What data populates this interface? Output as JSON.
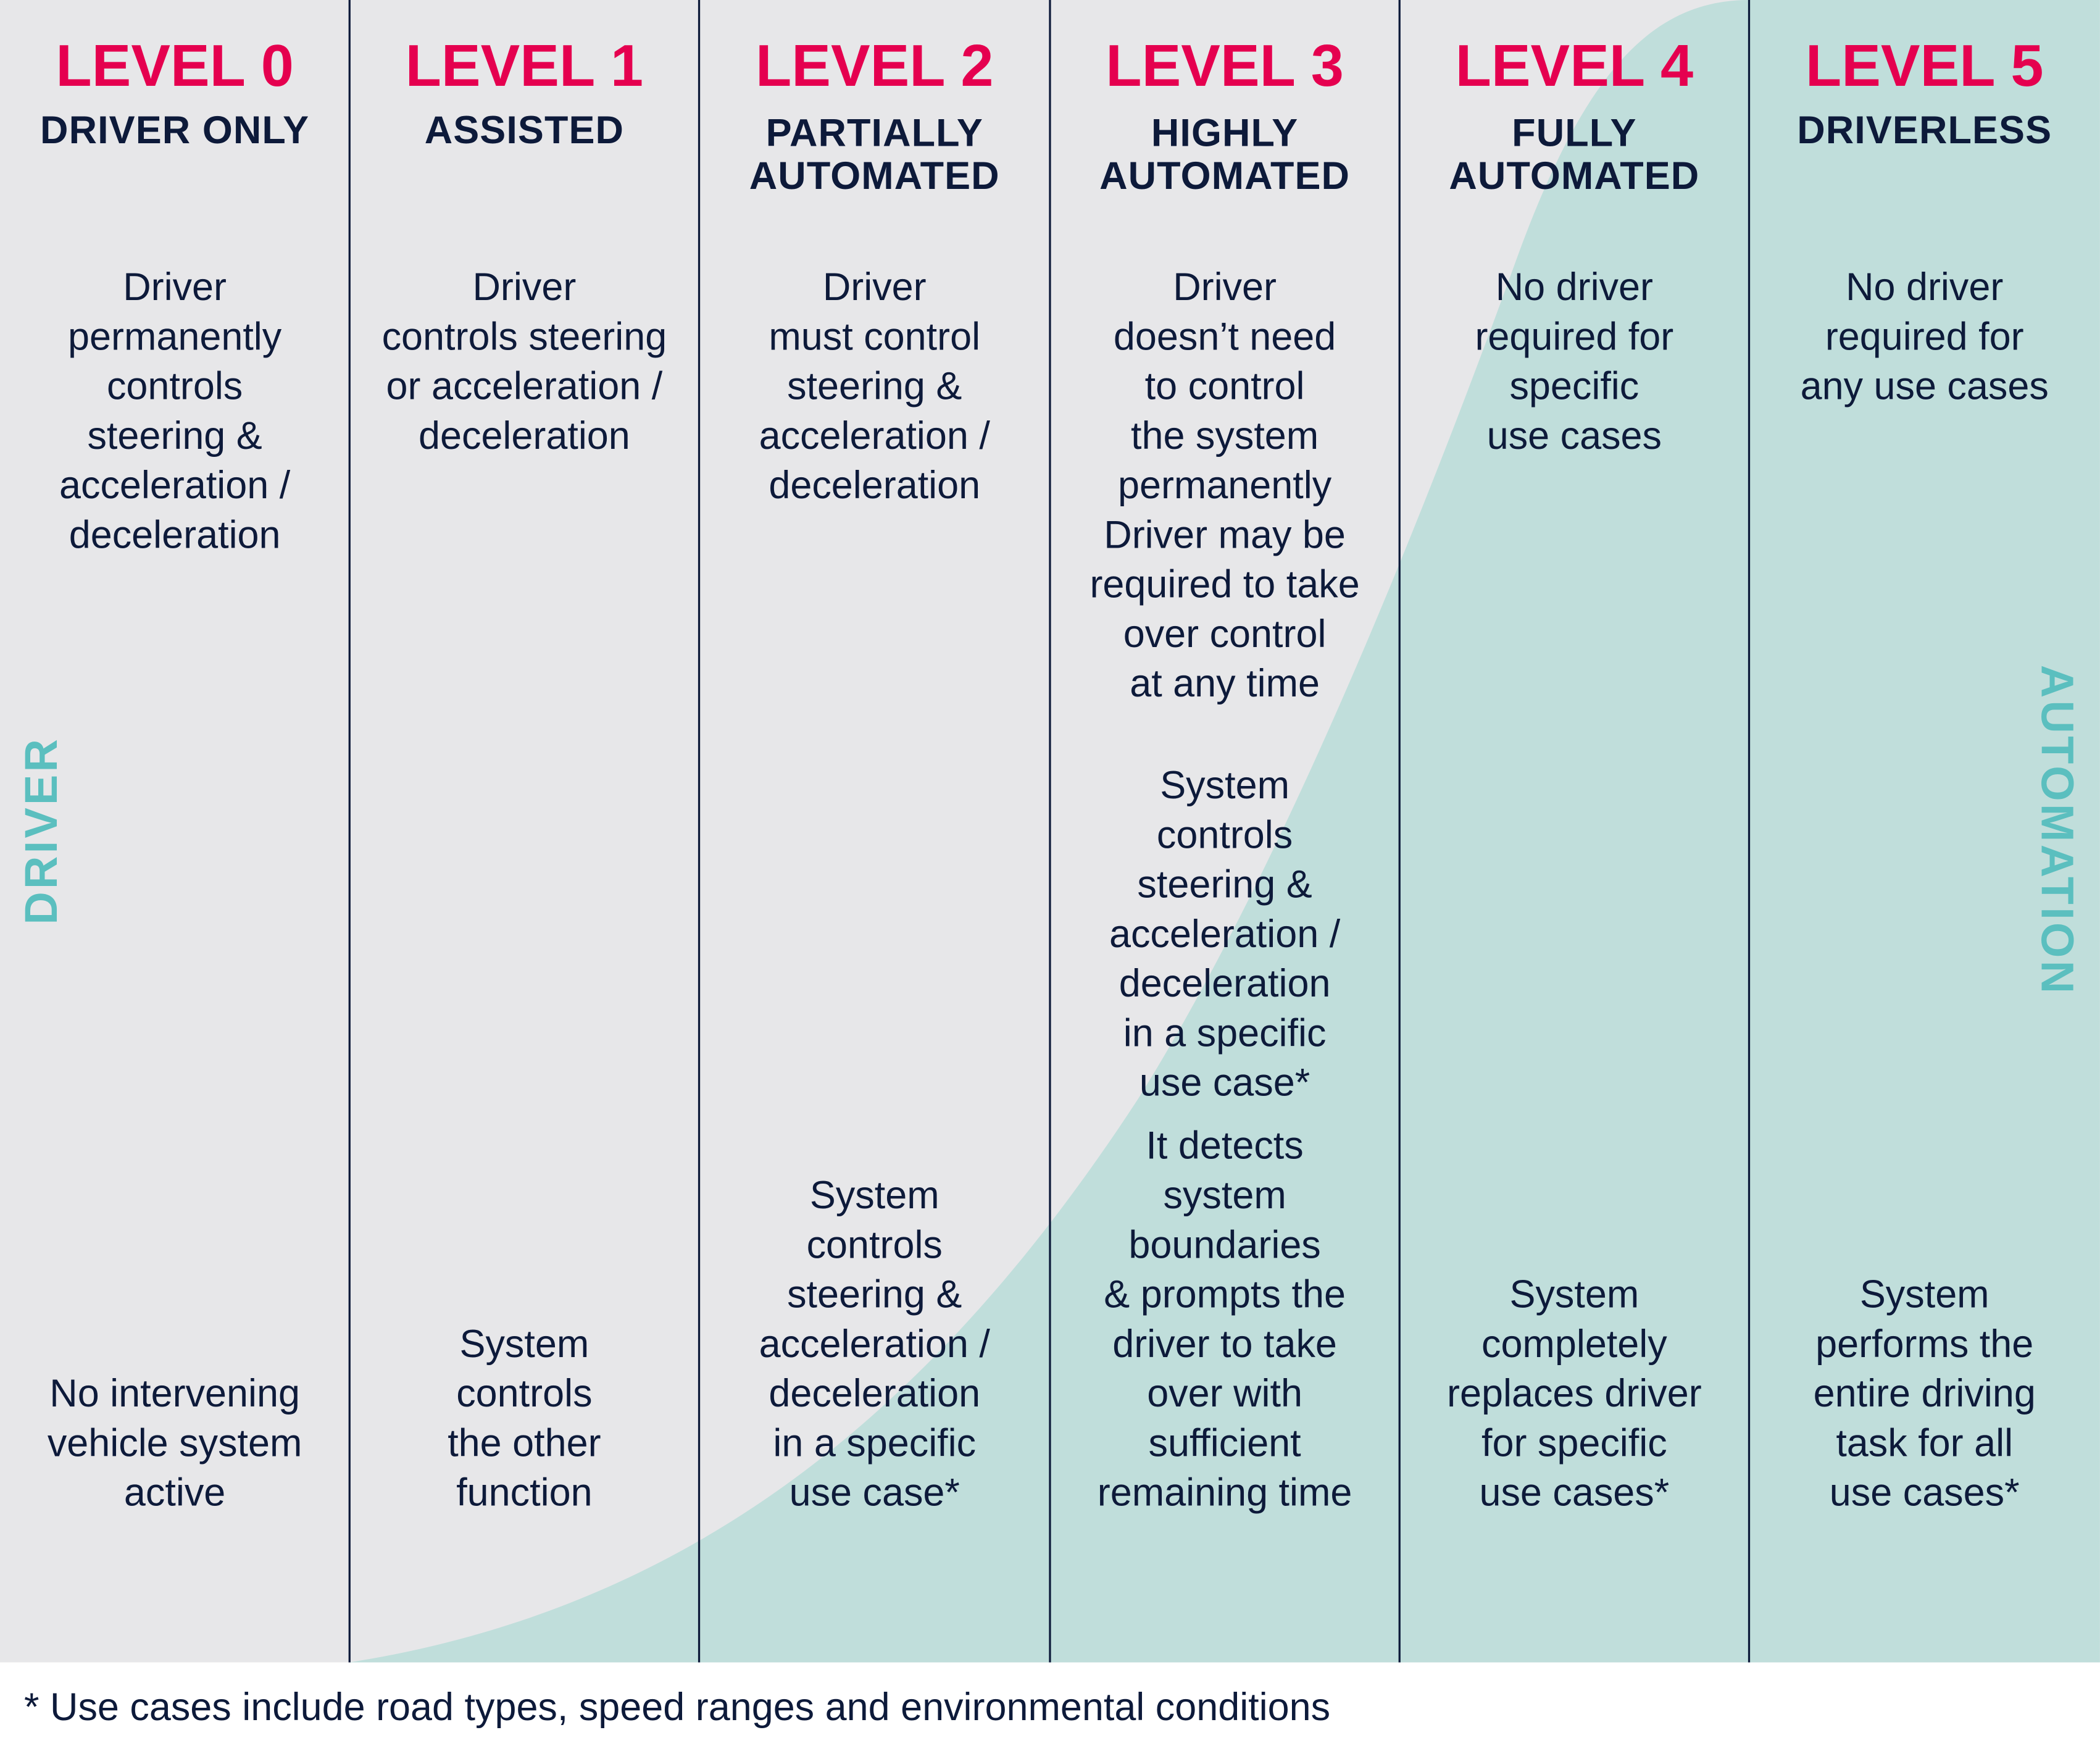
{
  "colors": {
    "pink": "#e5004f",
    "navy": "#0d1a3a",
    "gray": "#e7e7e9",
    "teal_area": "#c0dedb",
    "teal_text": "#5bbfbf"
  },
  "levels": [
    {
      "title": "LEVEL 0",
      "subtitle": [
        "DRIVER ONLY"
      ],
      "driver": [
        "Driver",
        "permanently",
        "controls",
        "steering &",
        "acceleration /",
        "deceleration"
      ],
      "system": [
        "No intervening",
        "vehicle system",
        "active"
      ]
    },
    {
      "title": "LEVEL 1",
      "subtitle": [
        "ASSISTED"
      ],
      "driver": [
        "Driver",
        "controls steering",
        "or acceleration /",
        "deceleration"
      ],
      "system": [
        "System",
        "controls",
        "the other",
        "function"
      ]
    },
    {
      "title": "LEVEL 2",
      "subtitle": [
        "PARTIALLY",
        "AUTOMATED"
      ],
      "driver": [
        "Driver",
        "must control",
        "steering &",
        "acceleration /",
        "deceleration"
      ],
      "system": [
        "System",
        "controls",
        "steering &",
        "acceleration /",
        "deceleration",
        "in a specific",
        "use case*"
      ]
    },
    {
      "title": "LEVEL 3",
      "subtitle": [
        "HIGHLY",
        "AUTOMATED"
      ],
      "driver": [
        "Driver",
        "doesn’t need",
        "to control",
        "the system",
        "permanently",
        "Driver may be",
        "required to take",
        "over control",
        "at any time"
      ],
      "system_mid": [
        "System",
        "controls",
        "steering &",
        "acceleration /",
        "deceleration",
        "in a specific",
        "use case*"
      ],
      "system": [
        "It detects",
        "system",
        "boundaries",
        "& prompts the",
        "driver to take",
        "over with",
        "sufficient",
        "remaining time"
      ]
    },
    {
      "title": "LEVEL 4",
      "subtitle": [
        "FULLY",
        "AUTOMATED"
      ],
      "driver": [
        "No driver",
        "required for",
        "specific",
        "use cases"
      ],
      "system": [
        "System",
        "completely",
        "replaces driver",
        "for specific",
        "use cases*"
      ]
    },
    {
      "title": "LEVEL 5",
      "subtitle": [
        "DRIVERLESS"
      ],
      "driver": [
        "No driver",
        "required for",
        "any use cases"
      ],
      "system": [
        "System",
        "performs the",
        "entire driving",
        "task for all",
        "use cases*"
      ]
    }
  ],
  "axis": {
    "left": "DRIVER",
    "right": "AUTOMATION"
  },
  "footnote": "* Use cases include road types, speed ranges and environmental conditions"
}
